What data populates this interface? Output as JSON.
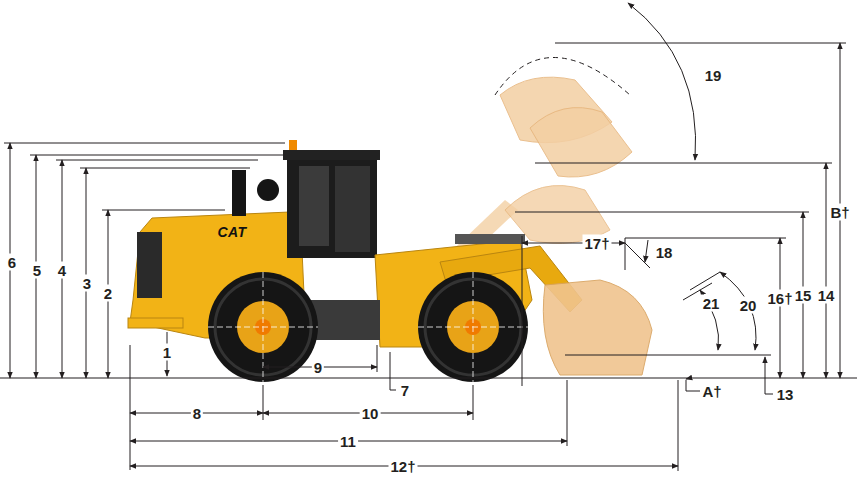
{
  "diagram": {
    "labels": [
      "19",
      "B†",
      "6",
      "5",
      "4",
      "3",
      "2",
      "CAT",
      "17†",
      "18",
      "14",
      "15",
      "16†",
      "20",
      "21",
      "1",
      "9",
      "7",
      "13",
      "A†",
      "8",
      "10",
      "11",
      "12†"
    ]
  }
}
